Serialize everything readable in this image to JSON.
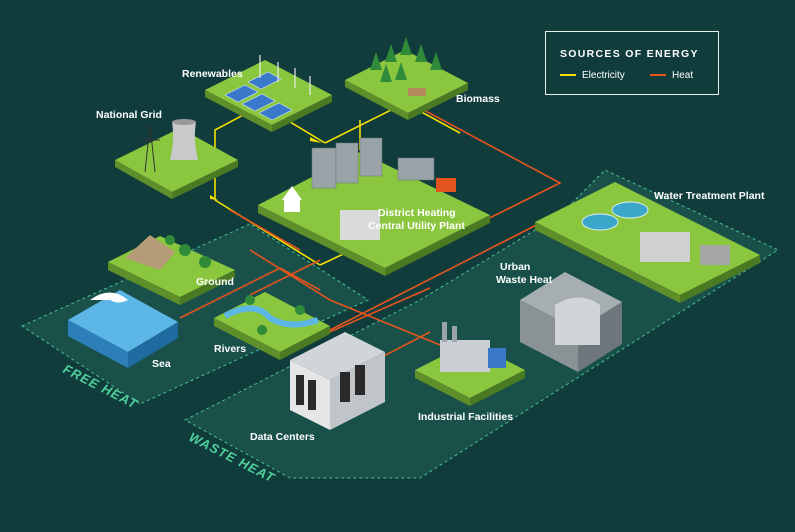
{
  "legend": {
    "title": "SOURCES OF ENERGY",
    "items": [
      {
        "label": "Electricity",
        "color": "#f3e000"
      },
      {
        "label": "Heat",
        "color": "#e4541e"
      }
    ]
  },
  "zones": {
    "free_heat": "FREE HEAT",
    "waste_heat": "WASTE HEAT"
  },
  "nodes": {
    "renewables": "Renewables",
    "biomass": "Biomass",
    "national_grid": "National Grid",
    "district_heating_line1": "District Heating",
    "district_heating_line2": "Central Utility Plant",
    "water_treatment": "Water Treatment Plant",
    "urban_waste_heat_line1": "Urban",
    "urban_waste_heat_line2": "Waste Heat",
    "ground": "Ground",
    "sea": "Sea",
    "rivers": "Rivers",
    "industrial_facilities": "Industrial Facilities",
    "data_centers": "Data Centers"
  },
  "colors": {
    "background": "#103c3c",
    "platform_top": "#8bc63f",
    "platform_side": "#5e8f2a",
    "zone_fill": "#1c5a4f",
    "zone_stroke": "#4fcf9a",
    "electricity": "#f3e000",
    "heat": "#e4541e"
  }
}
